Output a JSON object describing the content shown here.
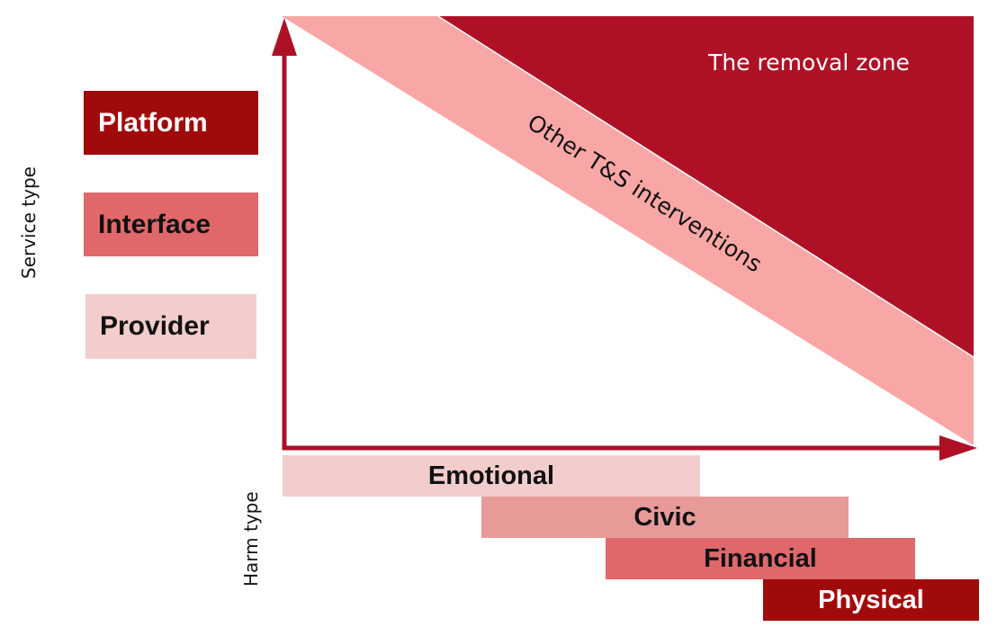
{
  "axes": {
    "service_type_label": "Service type",
    "harm_type_label": "Harm type"
  },
  "service_types": [
    {
      "label": "Platform",
      "color": "#a10a0b"
    },
    {
      "label": "Interface",
      "color": "#e0686a"
    },
    {
      "label": "Provider",
      "color": "#f3cccc"
    }
  ],
  "harm_types": [
    {
      "label": "Emotional",
      "color": "#f3cccc"
    },
    {
      "label": "Civic",
      "color": "#e89a99"
    },
    {
      "label": "Financial",
      "color": "#e0686a"
    },
    {
      "label": "Physical",
      "color": "#a10a0b"
    }
  ],
  "zones": {
    "removal_zone": "The removal zone",
    "interventions_band": "Other T&S interventions"
  },
  "colors": {
    "removal_zone": "#ae1126",
    "interventions_band": "#f9a7a6",
    "axis": "#ae1126"
  }
}
